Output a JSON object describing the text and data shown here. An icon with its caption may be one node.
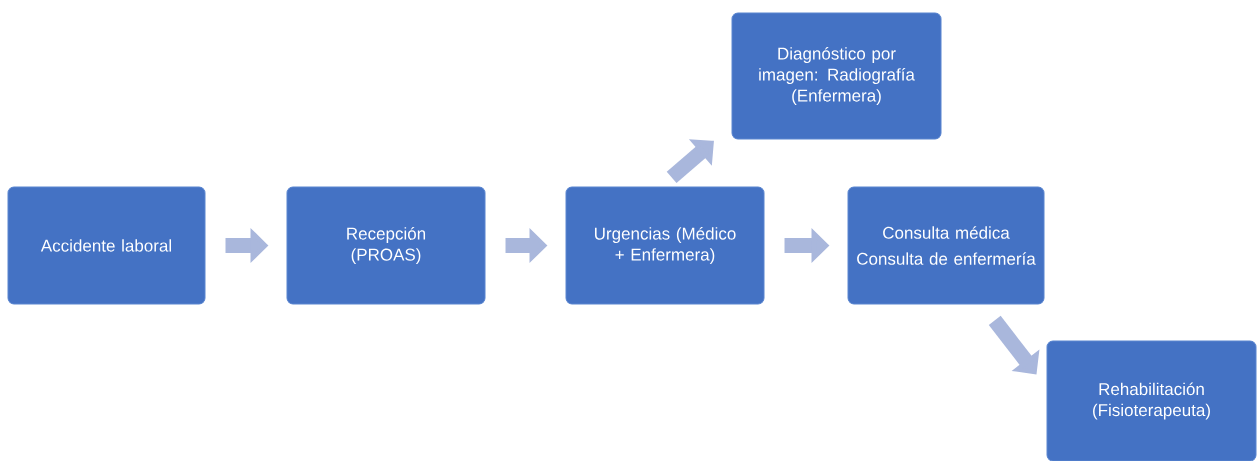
{
  "diagram": {
    "nodes": [
      {
        "text": [
          "Accidente laboral"
        ]
      },
      {
        "text": [
          "Recepción (PROAS)"
        ]
      },
      {
        "text": [
          "Urgencias (Médico + Enfermera)"
        ]
      },
      {
        "text": [
          "Diagnóstico por imagen: Radiografía (Enfermera)"
        ]
      },
      {
        "text": [
          "Consulta médica",
          "Consulta de enfermería"
        ]
      },
      {
        "text": [
          "Rehabilitación (Fisioterapeuta)"
        ]
      }
    ],
    "edges": [
      {
        "from": 0,
        "to": 1,
        "arrow": "to"
      },
      {
        "from": 1,
        "to": 2,
        "arrow": "to"
      },
      {
        "from": 2,
        "to": 3,
        "arrow": "to"
      },
      {
        "from": 2,
        "to": 4,
        "arrow": "to"
      },
      {
        "from": 4,
        "to": 5,
        "arrow": "to"
      }
    ]
  }
}
